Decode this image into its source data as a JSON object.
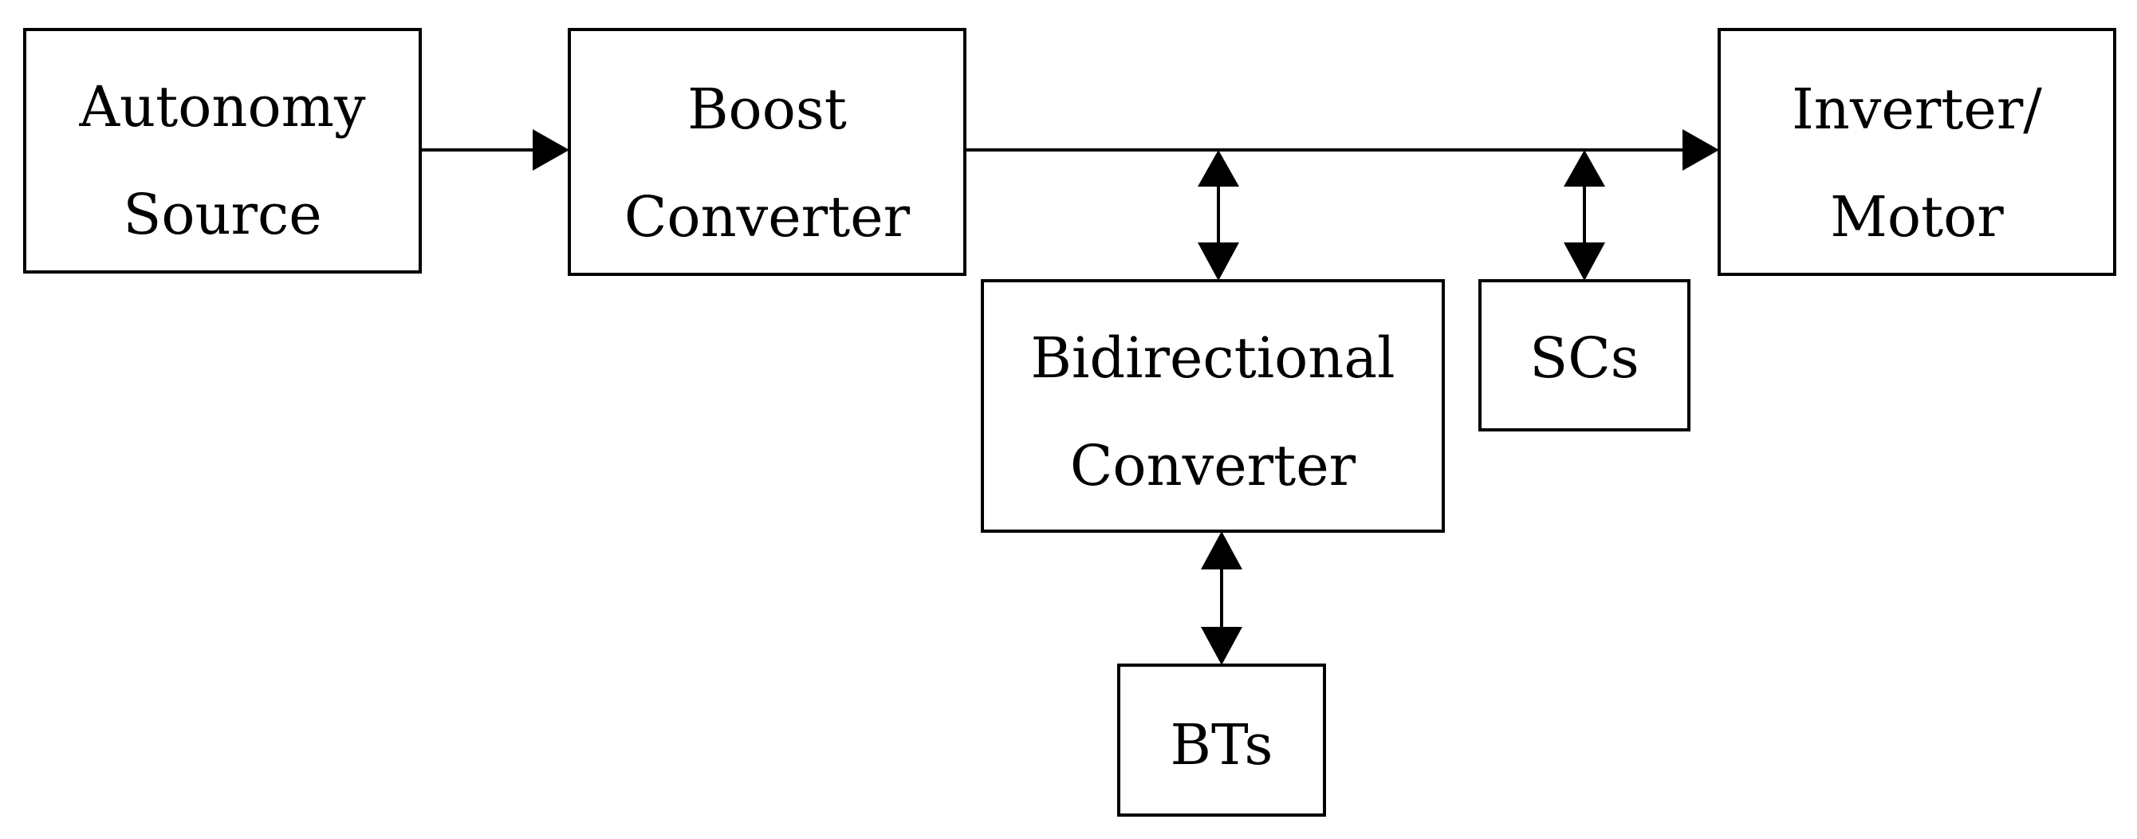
{
  "diagram": {
    "colors": {
      "stroke": "#000000",
      "fill": "#ffffff",
      "text": "#000000"
    },
    "blocks": {
      "autonomy_source": {
        "line1": "Autonomy",
        "line2": "Source"
      },
      "boost_converter": {
        "line1": "Boost",
        "line2": "Converter"
      },
      "inverter_motor": {
        "line1": "Inverter/",
        "line2": "Motor"
      },
      "bidirectional_converter": {
        "line1": "Bidirectional",
        "line2": "Converter"
      },
      "scs": {
        "label": "SCs"
      },
      "bts": {
        "label": "BTs"
      }
    }
  }
}
